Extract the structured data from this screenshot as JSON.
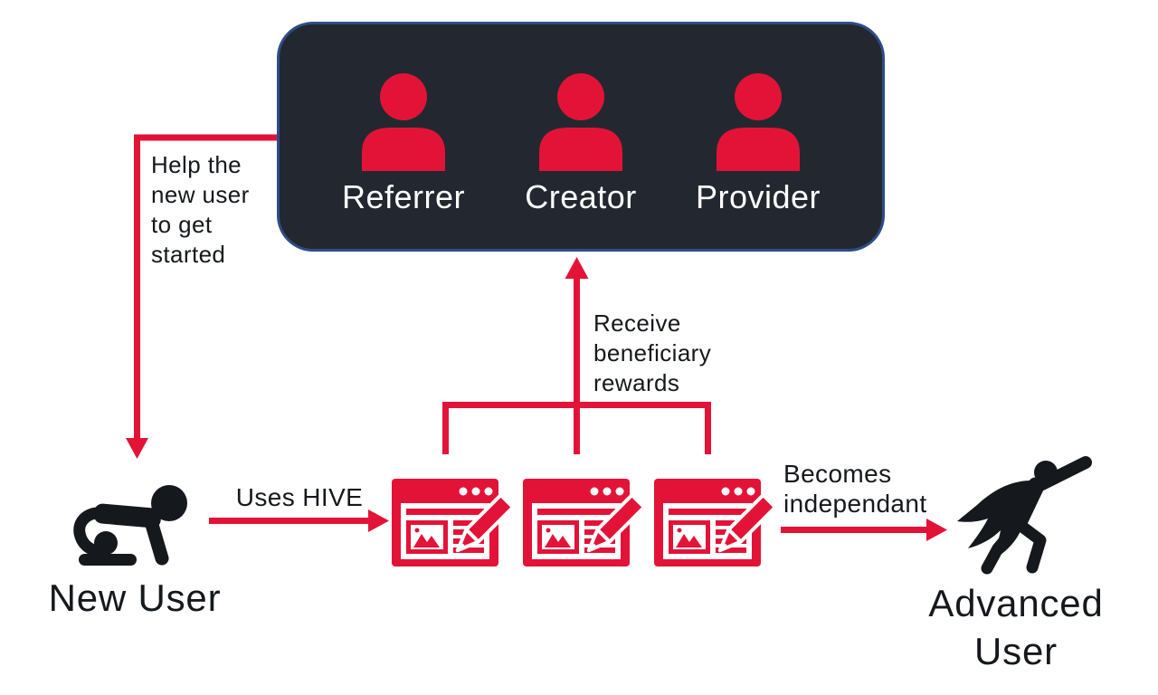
{
  "colors": {
    "red": "#e31337",
    "dark": "#232830",
    "border_blue": "#2e4d87",
    "ink": "#15181c",
    "white": "#ffffff"
  },
  "platform": {
    "roles": [
      {
        "label": "Referrer"
      },
      {
        "label": "Creator"
      },
      {
        "label": "Provider"
      }
    ]
  },
  "labels": {
    "help": [
      "Help the",
      "new user",
      "to get",
      "started"
    ],
    "uses_hive": "Uses HIVE",
    "rewards": [
      "Receive",
      "beneficiary",
      "rewards"
    ],
    "becomes": [
      "Becomes",
      "independant"
    ],
    "new_user": "New User",
    "advanced_user": [
      "Advanced",
      "User"
    ]
  },
  "icons": {
    "posts_count": 3,
    "post_icon": "blog-post-icon",
    "new_user_icon": "crawling-baby-icon",
    "advanced_user_icon": "superhero-icon",
    "role_icon": "person-icon"
  }
}
